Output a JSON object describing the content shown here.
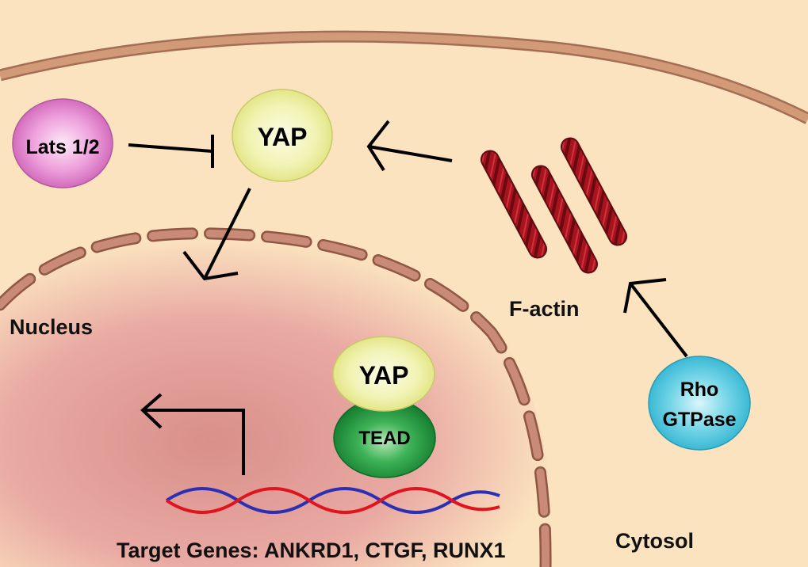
{
  "diagram": {
    "nodes": {
      "lats": "Lats 1/2",
      "yap_cytosol": "YAP",
      "yap_nucleus": "YAP",
      "tead": "TEAD",
      "rho": [
        "Rho",
        "GTPase"
      ]
    },
    "labels": {
      "nucleus": "Nucleus",
      "f_actin": "F-actin",
      "cytosol": "Cytosol",
      "target_genes": "Target Genes: ANKRD1, CTGF, RUNX1"
    },
    "colors": {
      "background": "#fbe3bf",
      "membrane": "#d39a78",
      "nucleus_fill": "#e8a7a1",
      "lats": "#d96fbf",
      "yap": "#ecef8f",
      "tead": "#1f9b3c",
      "rho": "#4ec6dc",
      "actin": "#a7141d",
      "dna_red": "#e0141e",
      "dna_blue": "#2a2fb5"
    }
  }
}
